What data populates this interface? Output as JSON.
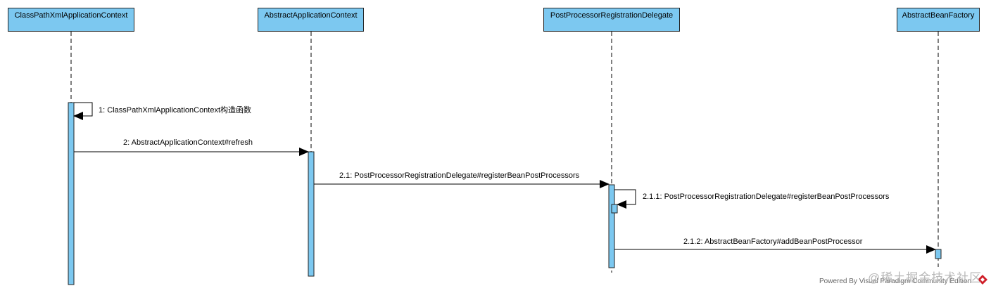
{
  "lifelines": [
    {
      "id": "cpxac",
      "name": "ClassPathXmlApplicationContext"
    },
    {
      "id": "aac",
      "name": "AbstractApplicationContext"
    },
    {
      "id": "pprd",
      "name": "PostProcessorRegistrationDelegate"
    },
    {
      "id": "abf",
      "name": "AbstractBeanFactory"
    }
  ],
  "messages": [
    {
      "label": "1: ClassPathXmlApplicationContext构造函数"
    },
    {
      "label": "2: AbstractApplicationContext#refresh"
    },
    {
      "label": "2.1: PostProcessorRegistrationDelegate#registerBeanPostProcessors"
    },
    {
      "label": "2.1.1: PostProcessorRegistrationDelegate#registerBeanPostProcessors"
    },
    {
      "label": "2.1.2: AbstractBeanFactory#addBeanPostProcessor"
    }
  ],
  "footer": {
    "text": "Powered By Visual Paradigm Community Edition"
  },
  "watermark": {
    "text": "@稀土掘金技术社区"
  },
  "colors": {
    "lifeline_fill": "#7cc8f0",
    "line": "#000000",
    "accent": "#d0202a"
  }
}
